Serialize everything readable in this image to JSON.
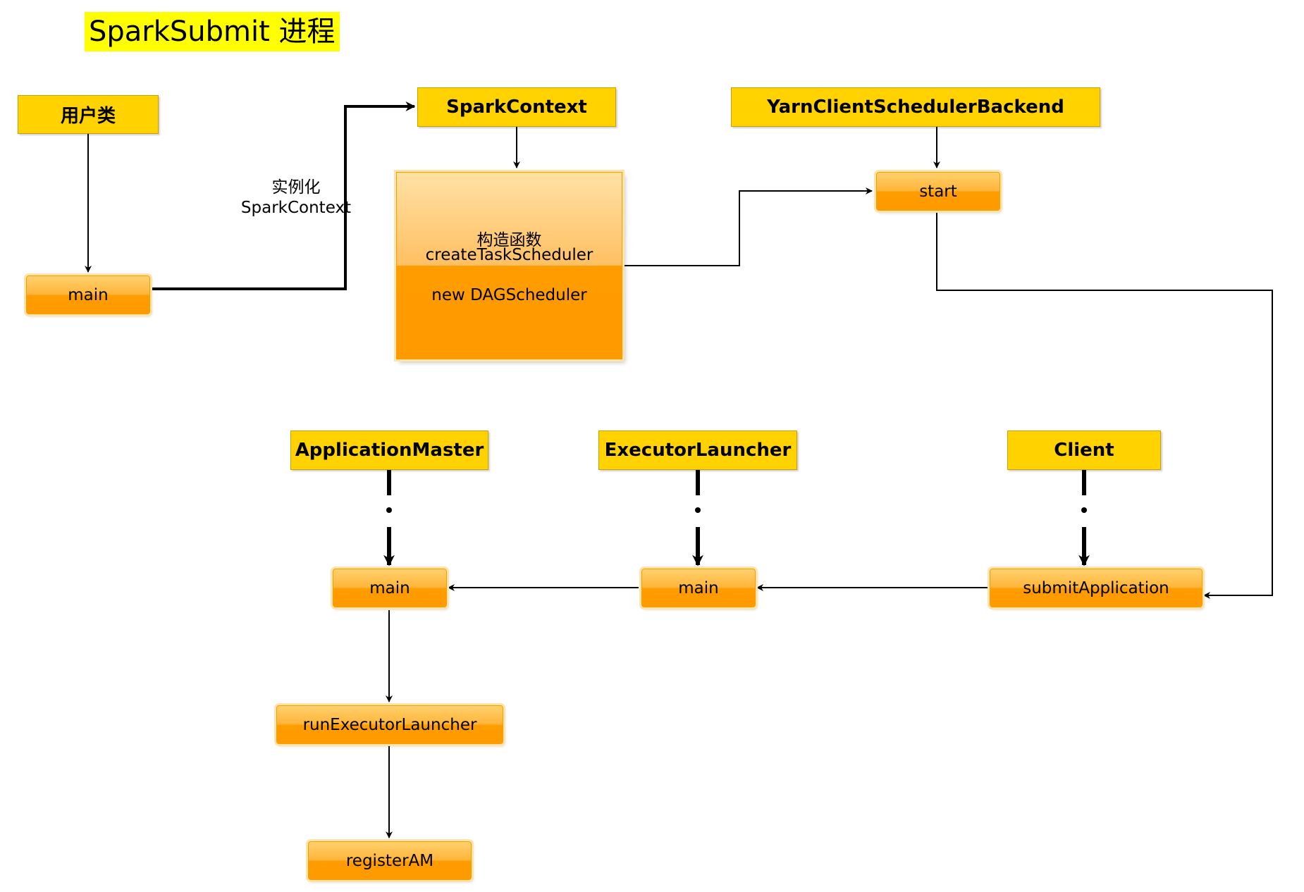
{
  "title": "SparkSubmit 进程",
  "headers": {
    "user_class": "用户类",
    "spark_context": "SparkContext",
    "yarn_backend": "YarnClientSchedulerBackend",
    "application_master": "ApplicationMaster",
    "executor_launcher": "ExecutorLauncher",
    "client": "Client"
  },
  "nodes": {
    "user_main": "main",
    "sc_constructor": "构造函数",
    "sc_create_task_scheduler": "createTaskScheduler",
    "sc_new_dag": "new DAGScheduler",
    "backend_start": "start",
    "am_main": "main",
    "el_main": "main",
    "client_submit": "submitApplication",
    "run_executor_launcher": "runExecutorLauncher",
    "register_am": "registerAM"
  },
  "edge_labels": {
    "instantiate_line1": "实例化",
    "instantiate_line2": "SparkContext"
  }
}
